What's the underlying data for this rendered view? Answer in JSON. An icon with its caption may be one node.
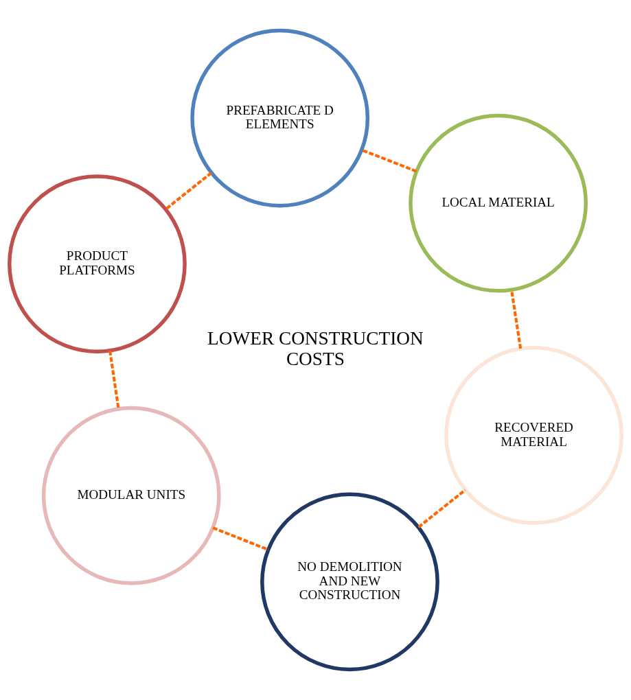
{
  "diagram": {
    "nodes": [
      {
        "text": [
          "RECOVERED MATERIAL"
        ]
      },
      {
        "text": [
          "LOCAL MATERIAL"
        ]
      },
      {
        "text": [
          "PREFABRICATE D ELEMENTS"
        ]
      },
      {
        "text": [
          "PRODUCT PLATFORMS"
        ]
      },
      {
        "text": [
          "MODULAR UNITS"
        ]
      },
      {
        "text": [
          "NO DEMOLITION AND NEW CONSTRUCTION"
        ]
      }
    ],
    "edges": [
      {
        "from": 0,
        "to": 1,
        "arrow": "none",
        "style": "dashed"
      },
      {
        "from": 1,
        "to": 2,
        "arrow": "none",
        "style": "dashed"
      },
      {
        "from": 2,
        "to": 3,
        "arrow": "none",
        "style": "dashed"
      },
      {
        "from": 3,
        "to": 4,
        "arrow": "none",
        "style": "dashed"
      },
      {
        "from": 4,
        "to": 5,
        "arrow": "none",
        "style": "dashed"
      },
      {
        "from": 5,
        "to": 0,
        "arrow": "none",
        "style": "dashed"
      }
    ],
    "labels": [
      "LOWER CONSTRUCTION COSTS"
    ]
  }
}
